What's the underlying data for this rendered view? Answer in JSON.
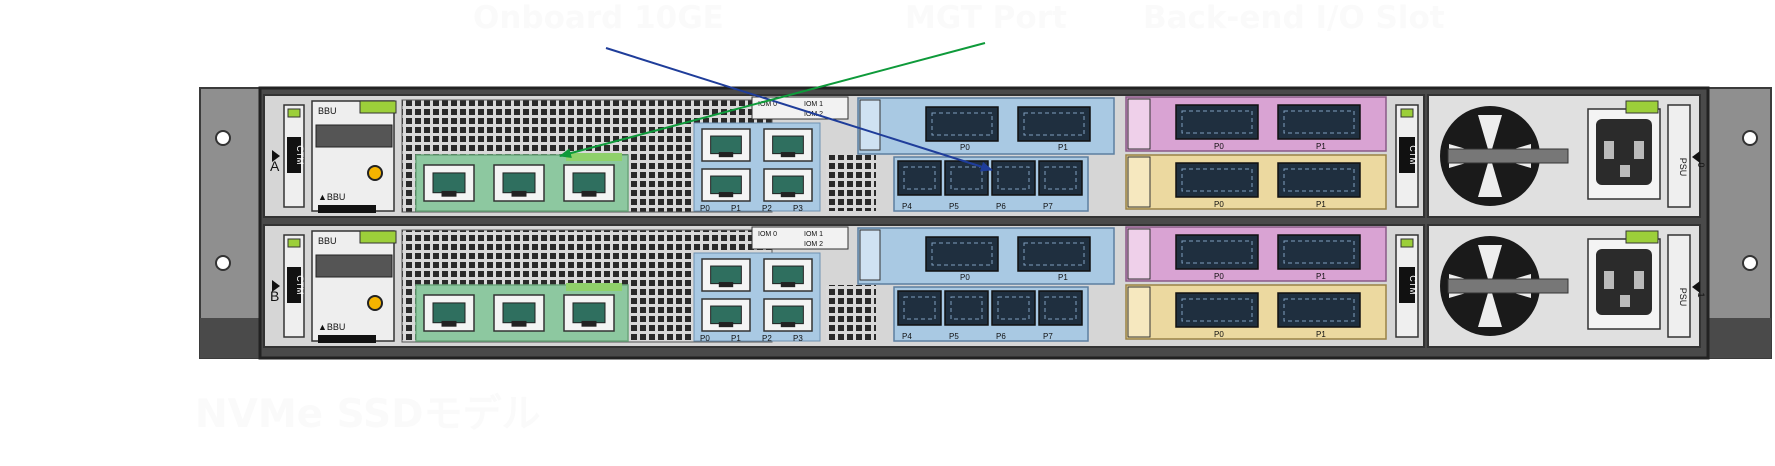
{
  "callouts": {
    "onboard": "Onboard 10GE",
    "mgt": "MGT Port",
    "backend": "Back-end I/O Slot"
  },
  "caption": "NVMe SSDモデル",
  "enclosure": {
    "controllers": [
      {
        "letter": "A",
        "ctm": "CTM",
        "bbu_top": "BBU",
        "bbu_bottom": "BBU",
        "psu": "PSU",
        "psu_index": "0"
      },
      {
        "letter": "B",
        "ctm": "CTM",
        "bbu_top": "BBU",
        "bbu_bottom": "BBU",
        "psu": "PSU",
        "psu_index": "1"
      }
    ],
    "iom_labels": [
      "IOM 0",
      "IOM 1",
      "IOM 2"
    ],
    "rj45_ports": [
      "P0",
      "P1",
      "P2",
      "P3"
    ],
    "cna_top_ports": [
      "P0",
      "P1"
    ],
    "cna_bottom_ports": [
      "P4",
      "P5",
      "P6",
      "P7"
    ],
    "backend_ports": [
      "P0",
      "P1"
    ]
  },
  "colors": {
    "green_highlight": "#8dc8a0",
    "blue_highlight": "#a9c9e3",
    "pink_highlight": "#d9a3d3",
    "yellow_highlight": "#ecd9a0",
    "arrow_blue": "#1f3d9a",
    "arrow_green": "#0e9a3a"
  }
}
